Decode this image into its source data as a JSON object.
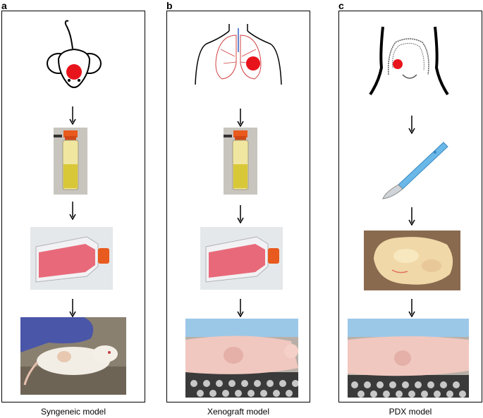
{
  "panels": [
    {
      "letter": "a",
      "caption": "Syngeneic model"
    },
    {
      "letter": "b",
      "caption": "Xenograft model"
    },
    {
      "letter": "c",
      "caption": "PDX model"
    }
  ],
  "colors": {
    "tumor": "#e8141c",
    "flask_media": "#e86a7a",
    "cap_orange": "#e85a1e",
    "glove_blue": "#4a56a8",
    "scalpel_blue": "#6ab8e8"
  }
}
